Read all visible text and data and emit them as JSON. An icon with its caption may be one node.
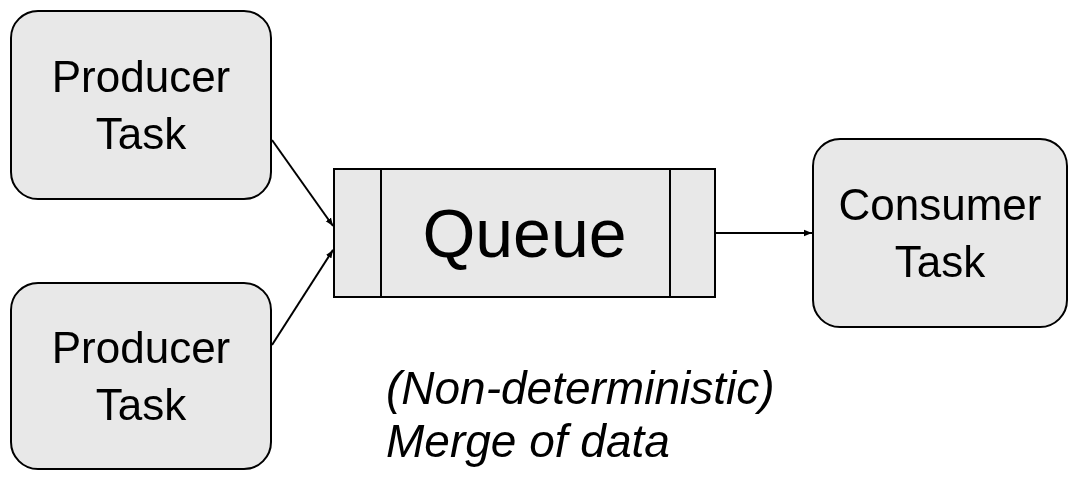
{
  "diagram": {
    "nodes": [
      {
        "text": [
          "Producer Task"
        ]
      },
      {
        "text": [
          "Producer Task"
        ]
      },
      {
        "text": [
          "Queue"
        ]
      },
      {
        "text": [
          "Consumer Task"
        ]
      }
    ],
    "edges": [
      {
        "from": 0,
        "to": 2,
        "arrow": "to"
      },
      {
        "from": 1,
        "to": 2,
        "arrow": "to"
      },
      {
        "from": 2,
        "to": 3,
        "arrow": "to"
      }
    ],
    "labels": [
      "(Non-deterministic) Merge of data"
    ]
  }
}
